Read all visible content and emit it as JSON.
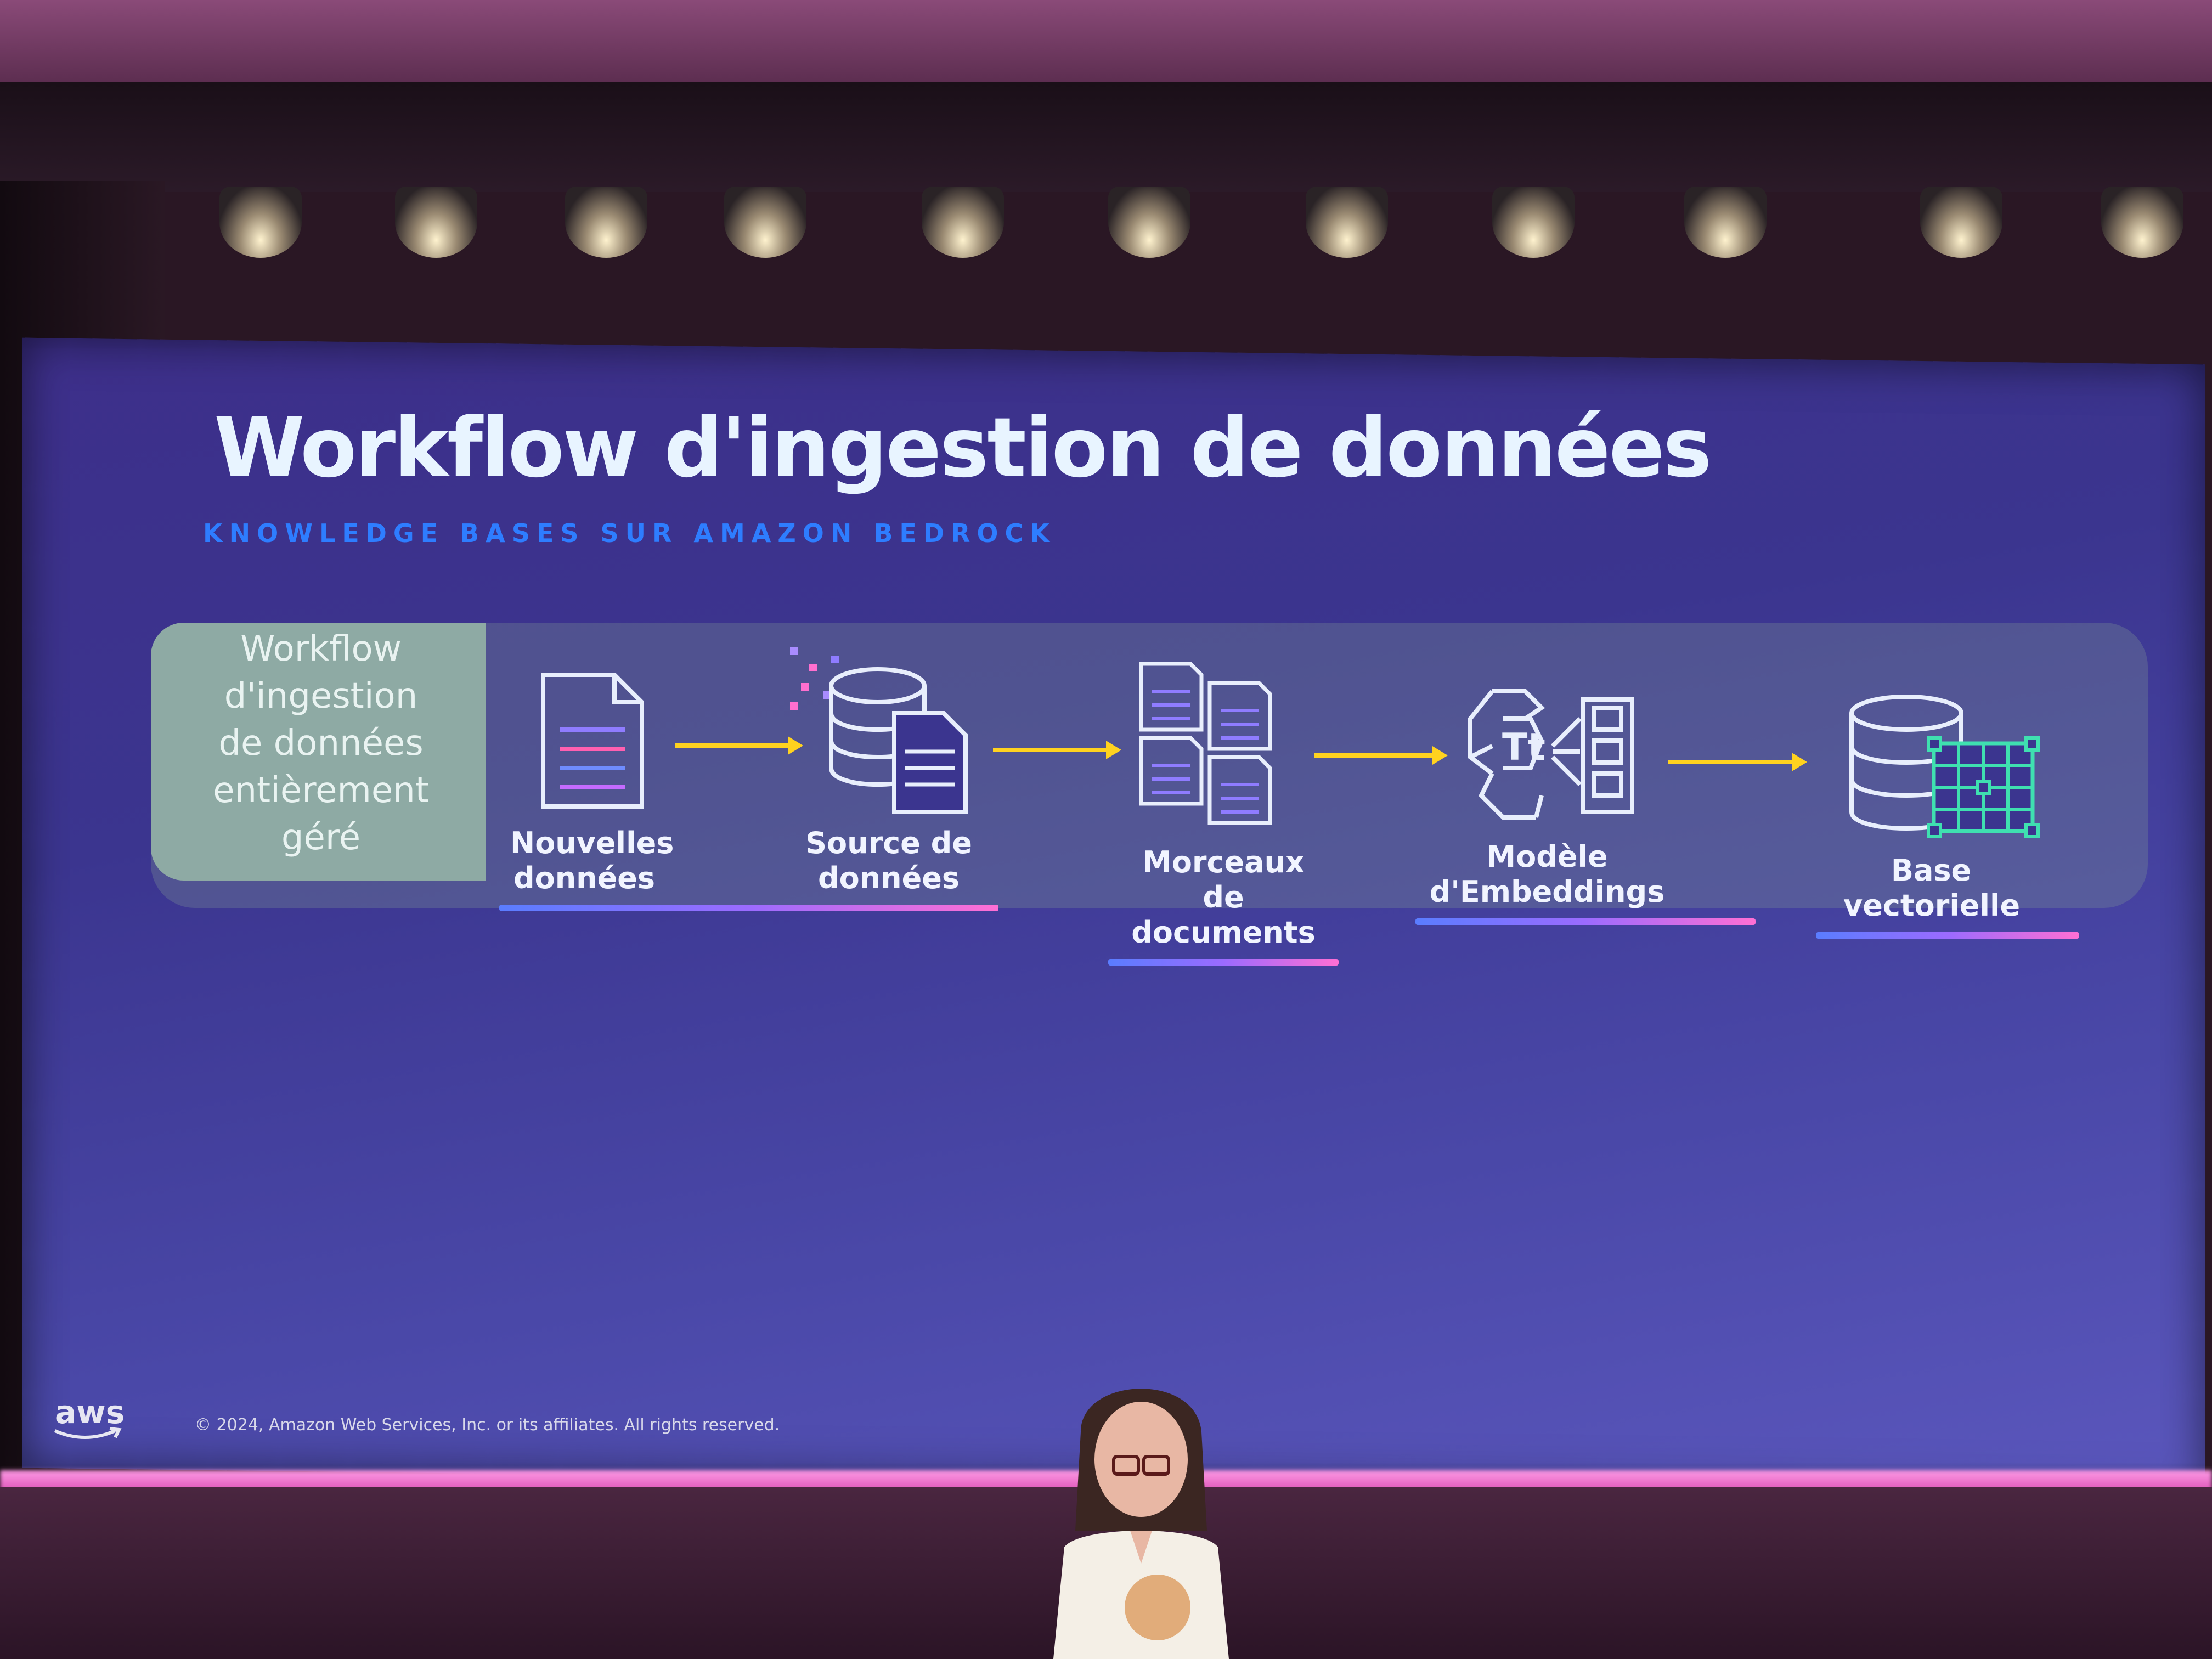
{
  "slide": {
    "title": "Workflow d'ingestion de données",
    "subtitle": "KNOWLEDGE BASES SUR AMAZON BEDROCK",
    "highlight_box": {
      "line1": "Workflow",
      "line2": "d'ingestion",
      "line3": "de données",
      "line4": "entièrement",
      "line5": "géré"
    },
    "steps": [
      {
        "line1": "Nouvelles",
        "line2": "données",
        "icon": "document-icon"
      },
      {
        "line1": "Source de",
        "line2": "données",
        "icon": "database-document-icon"
      },
      {
        "line1": "Morceaux de",
        "line2": "documents",
        "icon": "document-chunks-icon"
      },
      {
        "line1": "Modèle",
        "line2": "d'Embeddings",
        "icon": "embeddings-model-icon"
      },
      {
        "line1": "Base",
        "line2": "vectorielle",
        "icon": "vector-database-icon"
      }
    ],
    "footer": {
      "logo": "aws",
      "copyright": "© 2024, Amazon Web Services, Inc. or its affiliates. All rights reserved."
    }
  },
  "colors": {
    "slide_background": "#3d2f8a",
    "title": "#e8f4ff",
    "subtitle": "#2e7dff",
    "highlight_box": "#8eaaa4",
    "arrow": "#ffd21f",
    "accent_green": "#3fe0b0"
  }
}
